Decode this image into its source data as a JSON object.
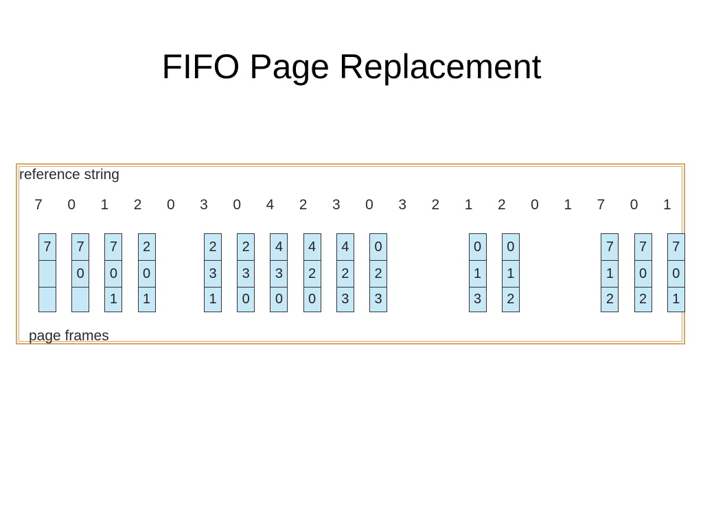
{
  "title": "FIFO Page Replacement",
  "figure": {
    "reference_label": "reference string",
    "frames_label": "page frames",
    "reference_string": [
      "7",
      "0",
      "1",
      "2",
      "0",
      "3",
      "0",
      "4",
      "2",
      "3",
      "0",
      "3",
      "2",
      "1",
      "2",
      "0",
      "1",
      "7",
      "0",
      "1"
    ],
    "frame_states": [
      [
        "7",
        "",
        ""
      ],
      [
        "7",
        "0",
        ""
      ],
      [
        "7",
        "0",
        "1"
      ],
      [
        "2",
        "0",
        "1"
      ],
      null,
      [
        "2",
        "3",
        "1"
      ],
      [
        "2",
        "3",
        "0"
      ],
      [
        "4",
        "3",
        "0"
      ],
      [
        "4",
        "2",
        "0"
      ],
      [
        "4",
        "2",
        "3"
      ],
      [
        "0",
        "2",
        "3"
      ],
      null,
      null,
      [
        "0",
        "1",
        "3"
      ],
      [
        "0",
        "1",
        "2"
      ],
      null,
      null,
      [
        "7",
        "1",
        "2"
      ],
      [
        "7",
        "0",
        "2"
      ],
      [
        "7",
        "0",
        "1"
      ]
    ],
    "colors": {
      "frame_fill": "#c7e9f7",
      "border": "#d9a566"
    }
  }
}
